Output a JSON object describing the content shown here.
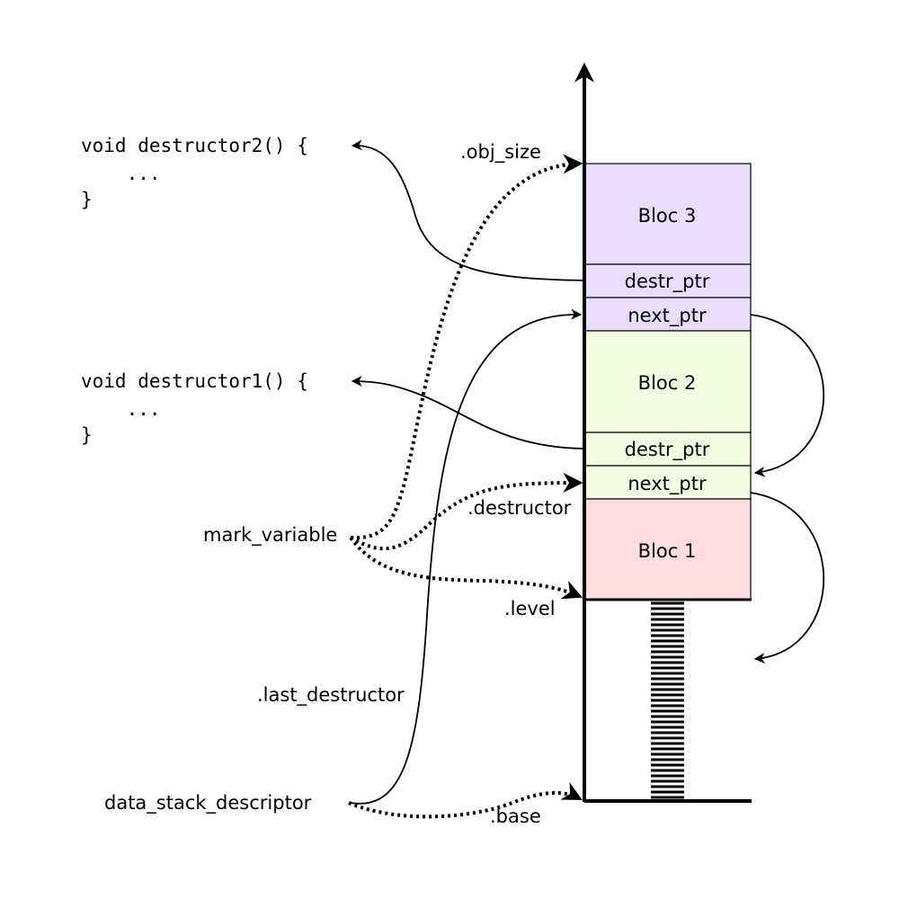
{
  "colors": {
    "bloc3_fill": "#eadcfe",
    "bloc2_fill": "#f4fde2",
    "bloc1_fill": "#ffdce0",
    "line": "#000000"
  },
  "code": {
    "destructor2": [
      "void destructor2() {",
      "    ...",
      "}"
    ],
    "destructor1": [
      "void destructor1() {",
      "    ...",
      "}"
    ]
  },
  "stack": {
    "bloc3": {
      "label": "Bloc 3",
      "destr_ptr": "destr_ptr",
      "next_ptr": "next_ptr"
    },
    "bloc2": {
      "label": "Bloc 2",
      "destr_ptr": "destr_ptr",
      "next_ptr": "next_ptr"
    },
    "bloc1": {
      "label": "Bloc 1"
    }
  },
  "labels": {
    "mark_variable": "mark_variable",
    "data_stack_descriptor": "data_stack_descriptor",
    "obj_size": ".obj_size",
    "destructor": ".destructor",
    "level": ".level",
    "last_destructor": ".last_destructor",
    "base": ".base"
  }
}
